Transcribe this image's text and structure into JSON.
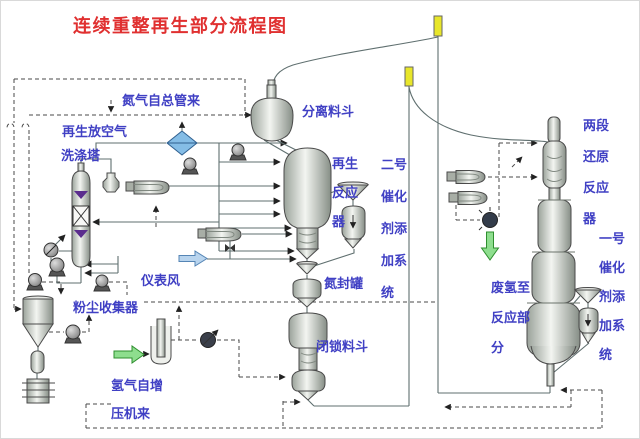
{
  "title": "连续重整再生部分流程图",
  "labels": {
    "n2_from_header": "氮气自总管来",
    "regen_vent_gas": "再生放空气",
    "wash_tower": "洗涤塔",
    "separation_hopper": "分离料斗",
    "regen_reactor": "再生反应器",
    "no2_catalyst_add_system": "二号催化剂添加系统",
    "two_stage_reduction_reactor": "两段还原反应器",
    "no1_catalyst_add_system": "一号催化剂添加系统",
    "n2_seal_tank": "氮封罐",
    "lock_hopper": "闭锁料斗",
    "instrument_air": "仪表风",
    "dust_collector": "粉尘收集器",
    "h2_from_booster": "氢气自增压机来",
    "spent_h2_to_reaction": "废氢至反应部分"
  },
  "colors": {
    "title_red": "#e03030",
    "label_blue": "#4040c4",
    "solid_pipe": "#5f6f6f",
    "dashed_line": "#4a4a4a",
    "vessel_stroke": "#4a4a4a",
    "yellow_lift_marker": "#e8e62a",
    "green_arrow": "#8ede8e",
    "blue_arrow": "#b8d4ee",
    "diamond_cooler": "#85bde6",
    "purple_internals": "#5b2d8e"
  }
}
